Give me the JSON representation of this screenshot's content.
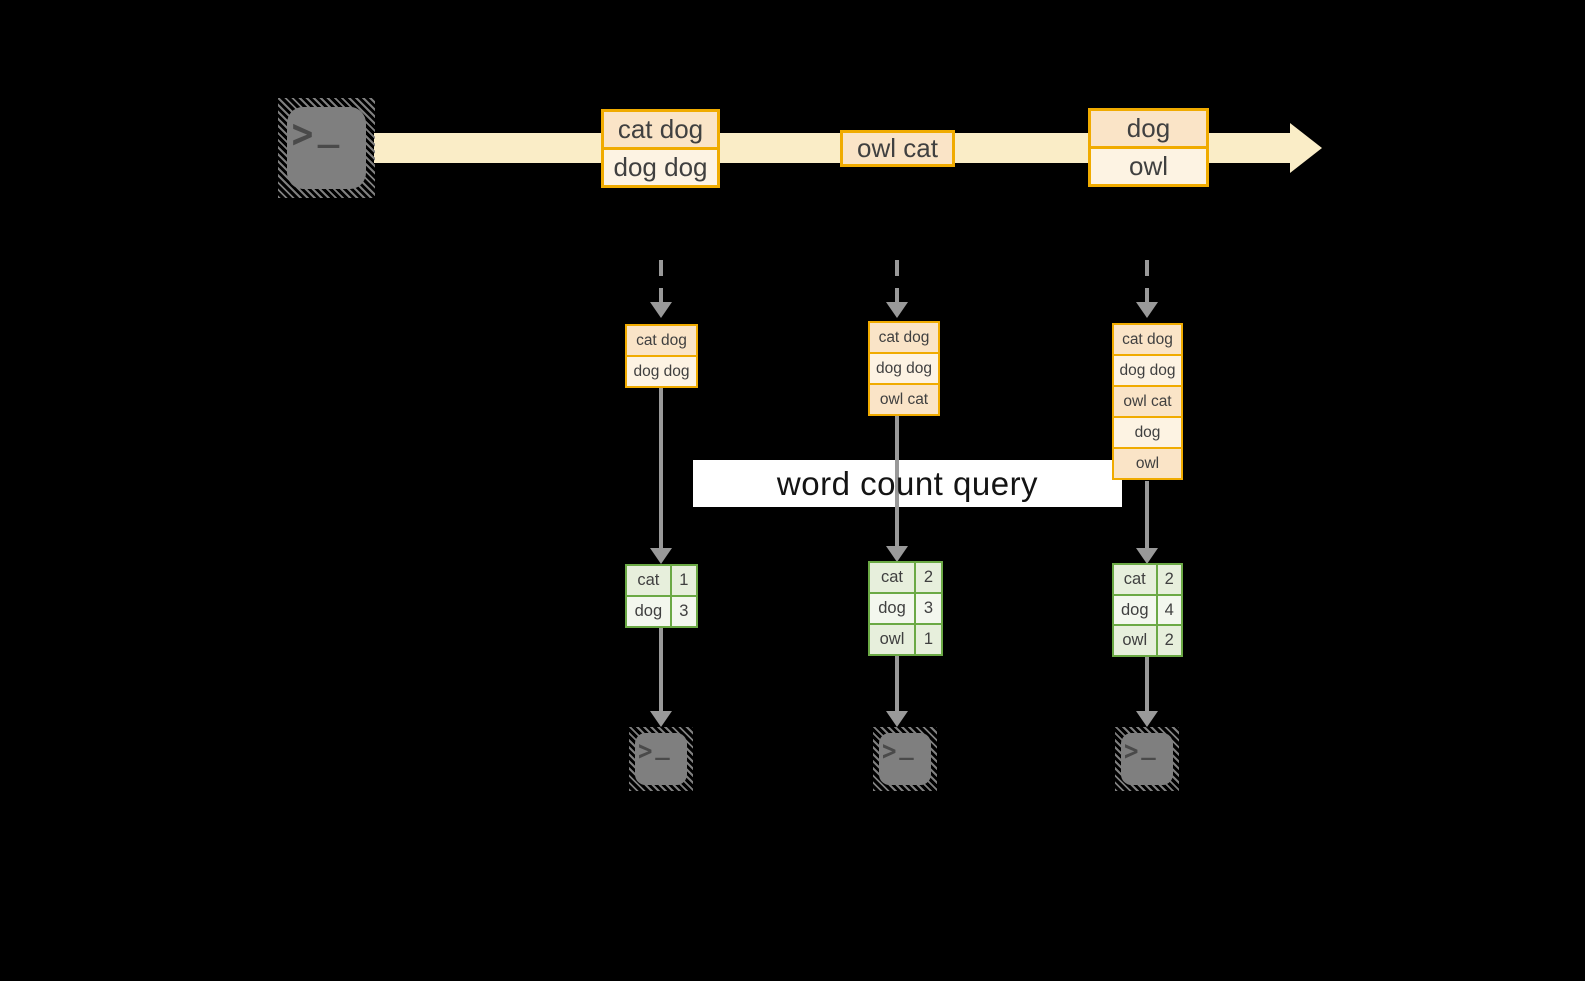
{
  "query_label": "word count query",
  "stream": {
    "records": [
      {
        "rows": [
          "cat dog",
          "dog dog"
        ]
      },
      {
        "rows": [
          "owl cat"
        ]
      },
      {
        "rows": [
          "dog",
          "owl"
        ]
      }
    ]
  },
  "states": [
    {
      "rows": [
        "cat dog",
        "dog dog"
      ]
    },
    {
      "rows": [
        "cat dog",
        "dog dog",
        "owl cat"
      ]
    },
    {
      "rows": [
        "cat dog",
        "dog dog",
        "owl cat",
        "dog",
        "owl"
      ]
    }
  ],
  "counts": [
    {
      "rows": [
        {
          "word": "cat",
          "count": "1"
        },
        {
          "word": "dog",
          "count": "3"
        }
      ]
    },
    {
      "rows": [
        {
          "word": "cat",
          "count": "2"
        },
        {
          "word": "dog",
          "count": "3"
        },
        {
          "word": "owl",
          "count": "1"
        }
      ]
    },
    {
      "rows": [
        {
          "word": "cat",
          "count": "2"
        },
        {
          "word": "dog",
          "count": "4"
        },
        {
          "word": "owl",
          "count": "2"
        }
      ]
    }
  ],
  "terminal_icon": {
    "chevron": ">",
    "underscore": "_"
  },
  "colors": {
    "orange": "#F0AB00",
    "peach": "#FAE4C7",
    "cream": "#FDF3E3",
    "band": "#FAEDC7",
    "green": "#6BA945",
    "green-dark": "#E7EFDC",
    "green-light": "#F3F7EE",
    "gray": "#999999",
    "terminal": "#7F7F7F",
    "ink": "#404040",
    "query-bg": "#FFFFFF",
    "query-ink": "#141414"
  }
}
